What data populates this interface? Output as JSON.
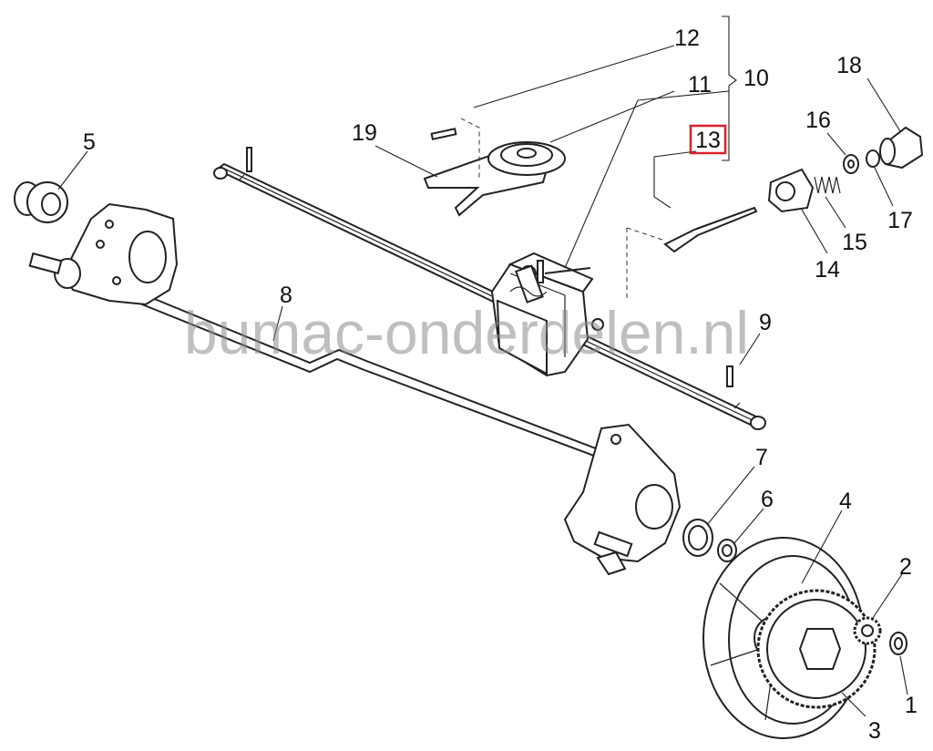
{
  "diagram": {
    "parts": [
      {
        "id": "p1",
        "label": "1"
      },
      {
        "id": "p2",
        "label": "2"
      },
      {
        "id": "p3",
        "label": "3"
      },
      {
        "id": "p4",
        "label": "4"
      },
      {
        "id": "p5",
        "label": "5"
      },
      {
        "id": "p6",
        "label": "6"
      },
      {
        "id": "p7",
        "label": "7"
      },
      {
        "id": "p8",
        "label": "8"
      },
      {
        "id": "p9",
        "label": "9"
      },
      {
        "id": "p10",
        "label": "10"
      },
      {
        "id": "p11",
        "label": "11"
      },
      {
        "id": "p12",
        "label": "12"
      },
      {
        "id": "p13",
        "label": "13"
      },
      {
        "id": "p14",
        "label": "14"
      },
      {
        "id": "p15",
        "label": "15"
      },
      {
        "id": "p16",
        "label": "16"
      },
      {
        "id": "p17",
        "label": "17"
      },
      {
        "id": "p18",
        "label": "18"
      },
      {
        "id": "p19",
        "label": "19"
      }
    ],
    "highlighted_label": "13",
    "highlight_color": "#d8202a"
  },
  "watermark": {
    "text": "bumac-onderdelen.nl"
  }
}
